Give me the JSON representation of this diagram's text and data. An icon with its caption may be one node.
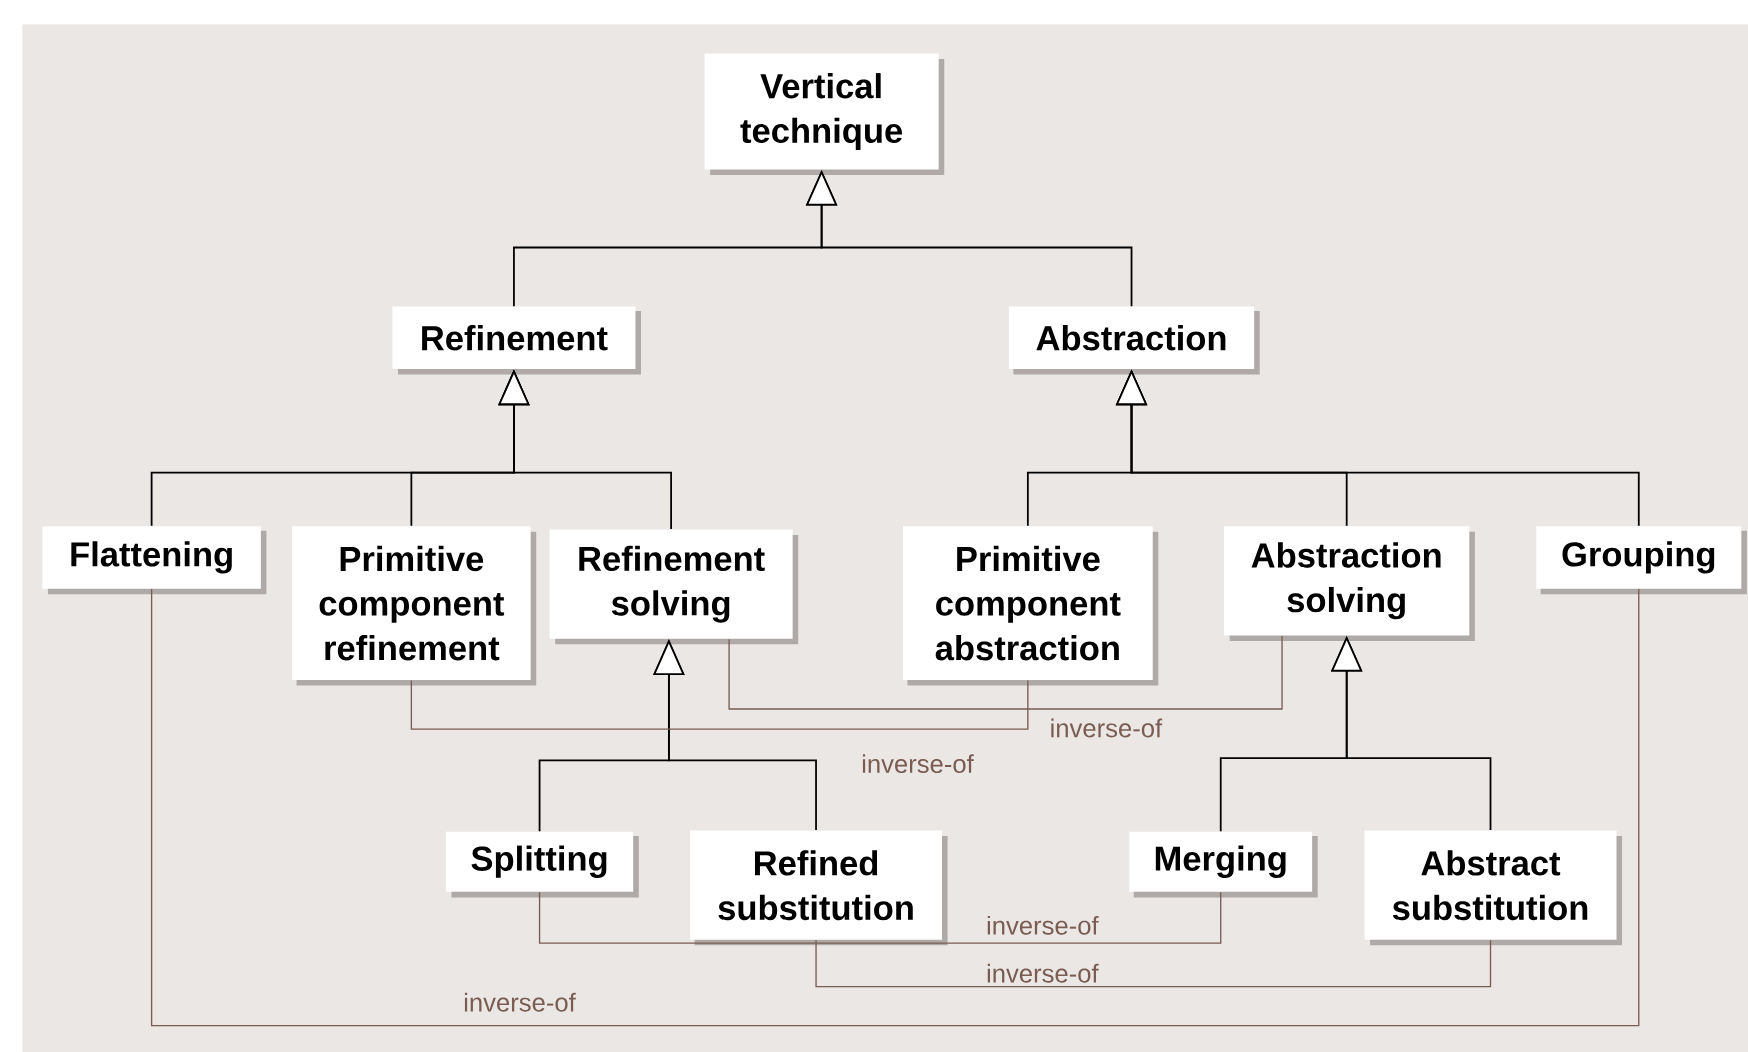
{
  "diagram": {
    "nodes": [
      {
        "text": [
          "Vertical technique"
        ]
      },
      {
        "text": [
          "Refinement"
        ]
      },
      {
        "text": [
          "Abstraction"
        ]
      },
      {
        "text": [
          "Flattening"
        ]
      },
      {
        "text": [
          "Primitive component refinement"
        ]
      },
      {
        "text": [
          "Refinement solving"
        ]
      },
      {
        "text": [
          "Primitive component abstraction"
        ]
      },
      {
        "text": [
          "Abstraction solving"
        ]
      },
      {
        "text": [
          "Grouping"
        ]
      },
      {
        "text": [
          "Splitting"
        ]
      },
      {
        "text": [
          "Refined substitution"
        ]
      },
      {
        "text": [
          "Merging"
        ]
      },
      {
        "text": [
          "Abstract substitution"
        ]
      }
    ],
    "edges": [
      {
        "from": 1,
        "to": 0,
        "arrow": "to"
      },
      {
        "from": 2,
        "to": 0,
        "arrow": "to"
      },
      {
        "from": 3,
        "to": 1,
        "arrow": "to"
      },
      {
        "from": 4,
        "to": 1,
        "arrow": "to"
      },
      {
        "from": 5,
        "to": 1,
        "arrow": "to"
      },
      {
        "from": 6,
        "to": 2,
        "arrow": "to"
      },
      {
        "from": 7,
        "to": 2,
        "arrow": "to"
      },
      {
        "from": 8,
        "to": 2,
        "arrow": "to"
      },
      {
        "from": 9,
        "to": 5,
        "arrow": "to"
      },
      {
        "from": 10,
        "to": 5,
        "arrow": "to"
      },
      {
        "from": 11,
        "to": 7,
        "arrow": "to"
      },
      {
        "from": 12,
        "to": 7,
        "arrow": "to"
      },
      {
        "from": 5,
        "to": 7,
        "arrow": "none",
        "label": "inverse-of",
        "color": "#7a5c50"
      },
      {
        "from": 4,
        "to": 6,
        "arrow": "none",
        "label": "inverse-of",
        "color": "#7a5c50"
      },
      {
        "from": 9,
        "to": 11,
        "arrow": "none",
        "label": "inverse-of",
        "color": "#7a5c50"
      },
      {
        "from": 10,
        "to": 12,
        "arrow": "none",
        "label": "inverse-of",
        "color": "#7a5c50"
      },
      {
        "from": 3,
        "to": 8,
        "arrow": "none",
        "label": "inverse-of",
        "color": "#7a5c50"
      }
    ]
  }
}
